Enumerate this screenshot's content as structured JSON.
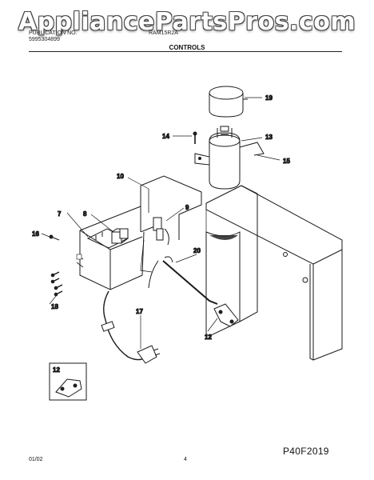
{
  "watermark": "AppliancePartsPros.com",
  "header": {
    "line1_left": "PUBLICATION NO.",
    "line2_left": "5995304899",
    "line1_right": "RAM15R2A",
    "section_title": "CONTROLS"
  },
  "callouts": {
    "c7": "7",
    "c8": "8",
    "c9": "9",
    "c10": "10",
    "c12": "12",
    "c12_inset": "12",
    "c13": "13",
    "c14": "14",
    "c15": "15",
    "c16": "16",
    "c17": "17",
    "c18": "18",
    "c19": "19",
    "c20": "20"
  },
  "figure_code": "P40F2019",
  "footer": {
    "date": "01/02",
    "page": "4"
  }
}
